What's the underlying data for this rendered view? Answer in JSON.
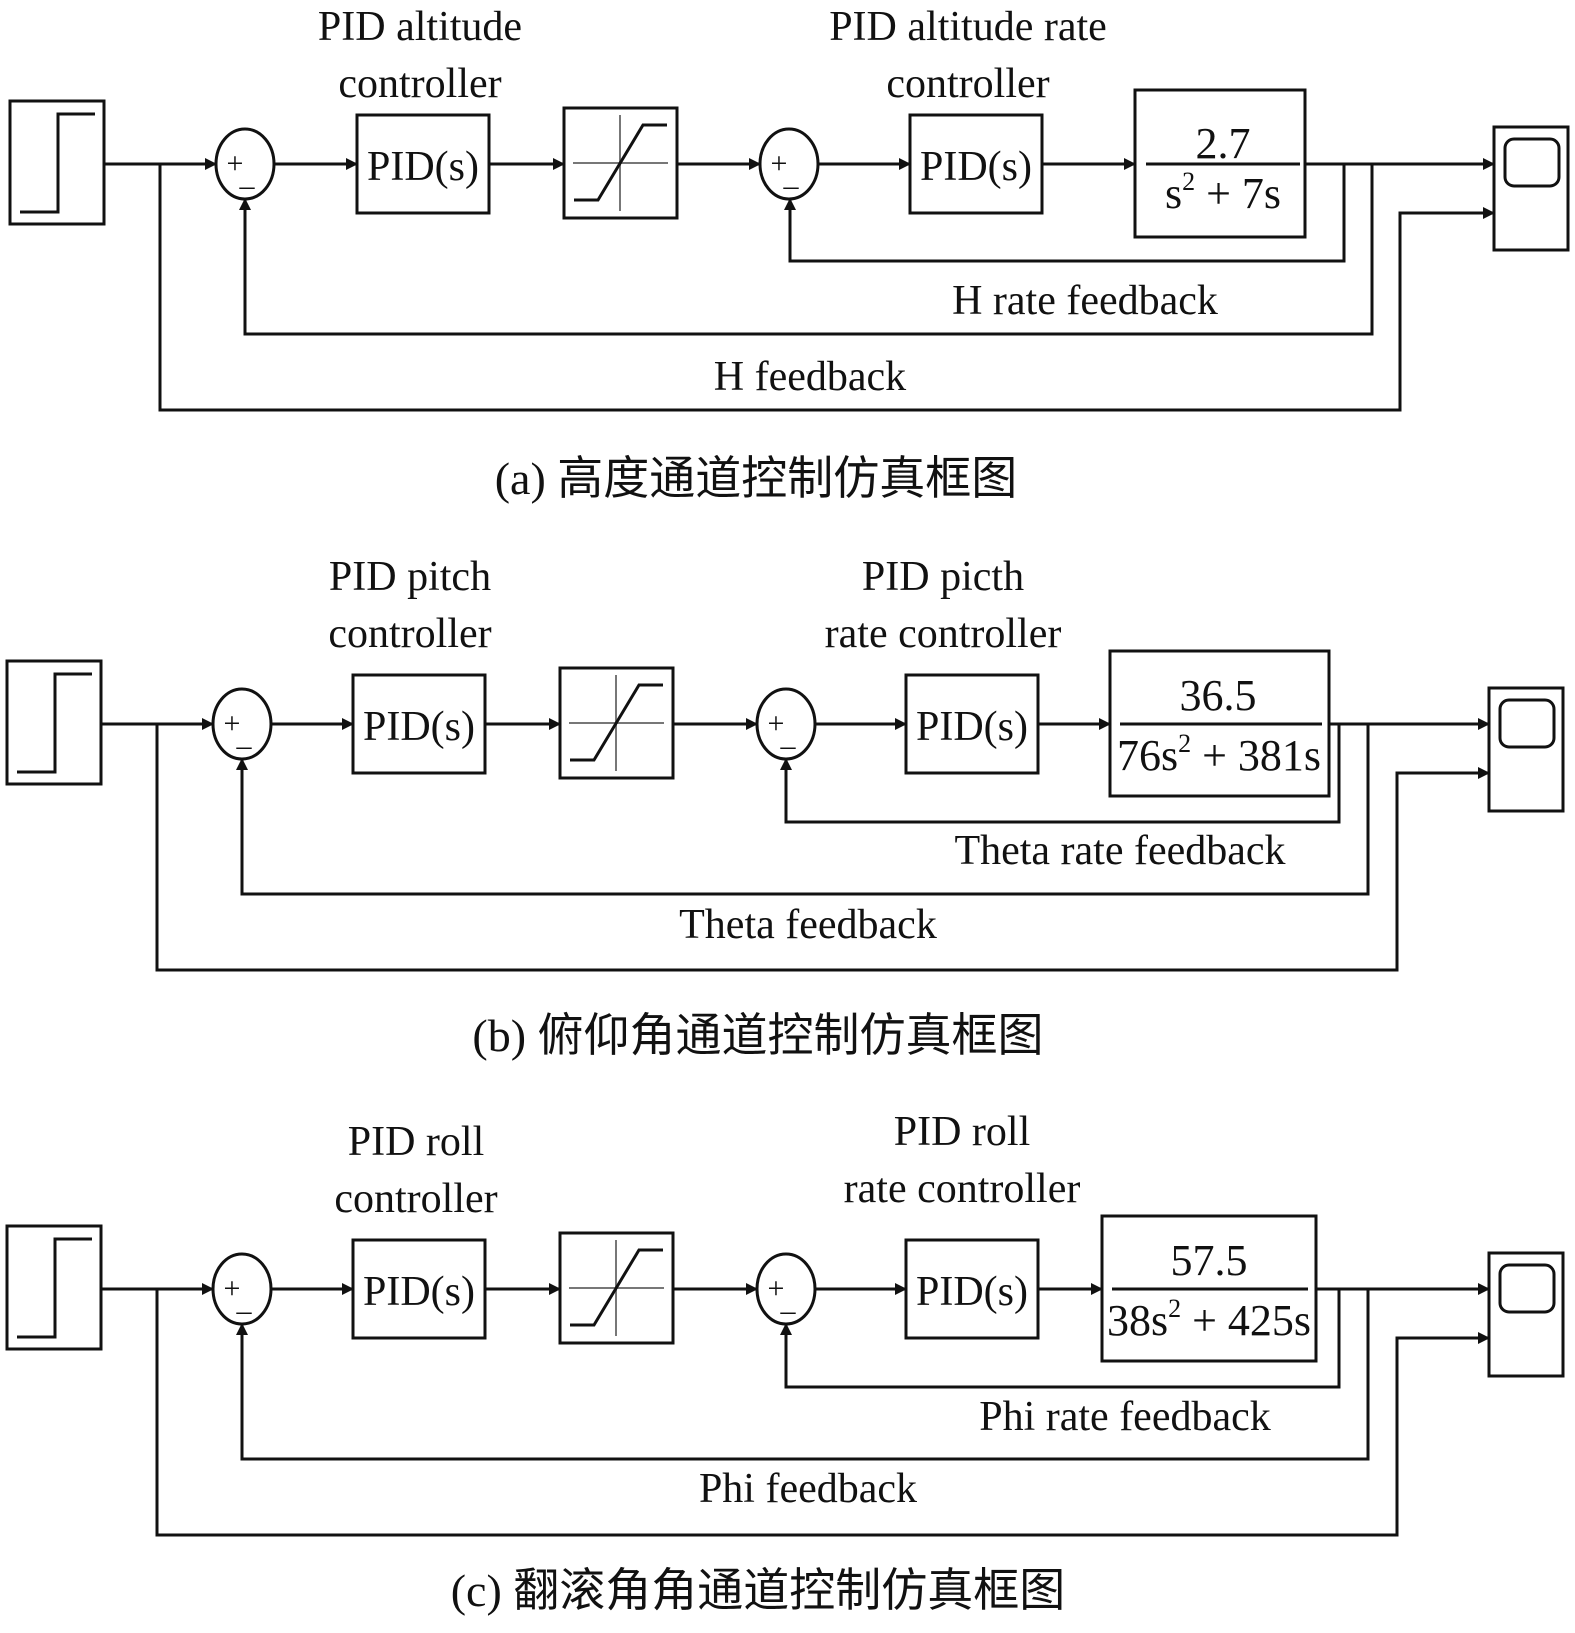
{
  "diagrams": [
    {
      "ctrl1_line1": "PID altitude",
      "ctrl1_line2": "controller",
      "ctrl2_line1": "PID altitude rate",
      "ctrl2_line2": "controller",
      "pid_block": "PID(s)",
      "plus_sign": "+",
      "minus_sign": "_",
      "tf_numerator": "2.7",
      "tf_den_pre": "s",
      "tf_den_exp": "2",
      "tf_den_post": " + 7s",
      "inner_feedback": "H rate feedback",
      "outer_feedback": "H feedback",
      "caption": "(a) 高度通道控制仿真框图"
    },
    {
      "ctrl1_line1": "PID pitch",
      "ctrl1_line2": "controller",
      "ctrl2_line1": "PID picth",
      "ctrl2_line2": "rate controller",
      "pid_block": "PID(s)",
      "plus_sign": "+",
      "minus_sign": "_",
      "tf_numerator": "36.5",
      "tf_den_pre": "76s",
      "tf_den_exp": "2",
      "tf_den_post": " + 381s",
      "inner_feedback": "Theta rate feedback",
      "outer_feedback": "Theta feedback",
      "caption": "(b) 俯仰角通道控制仿真框图"
    },
    {
      "ctrl1_line1": "PID roll",
      "ctrl1_line2": "controller",
      "ctrl2_line1": "PID roll",
      "ctrl2_line2": "rate controller",
      "pid_block": "PID(s)",
      "plus_sign": "+",
      "minus_sign": "_",
      "tf_numerator": "57.5",
      "tf_den_pre": "38s",
      "tf_den_exp": "2",
      "tf_den_post": " + 425s",
      "inner_feedback": "Phi rate feedback",
      "outer_feedback": "Phi feedback",
      "caption": "(c) 翻滚角角通道控制仿真框图"
    }
  ]
}
